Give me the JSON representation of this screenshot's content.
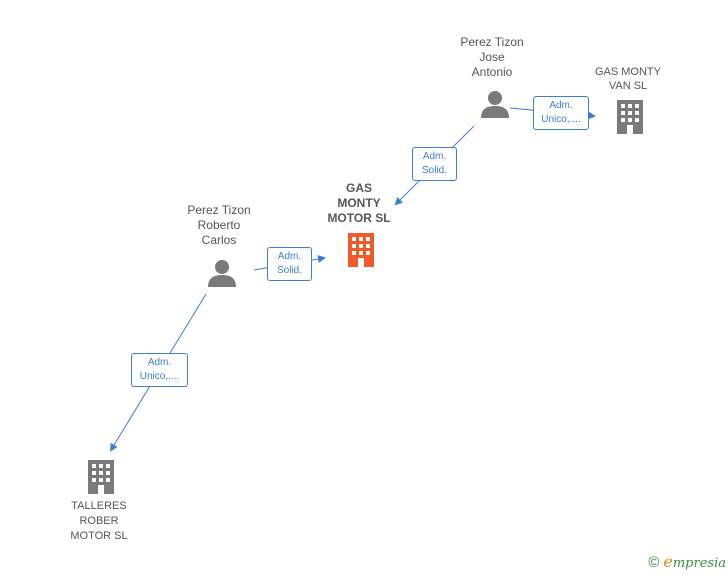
{
  "nodes": {
    "gas_monty_motor": {
      "label": "GAS\nMONTY\nMOTOR  SL",
      "type": "company",
      "highlight": true
    },
    "gas_monty_van": {
      "label": "GAS MONTY\nVAN  SL",
      "type": "company"
    },
    "talleres_rober": {
      "label": "TALLERES\nROBER\nMOTOR  SL",
      "type": "company"
    },
    "perez_jose": {
      "label": "Perez Tizon\nJose\nAntonio",
      "type": "person"
    },
    "perez_roberto": {
      "label": "Perez Tizon\nRoberto\nCarlos",
      "type": "person"
    }
  },
  "edges": {
    "jose_to_van": {
      "label": "Adm.\nUnico,...."
    },
    "jose_to_motor": {
      "label": "Adm.\nSolid."
    },
    "roberto_to_motor": {
      "label": "Adm.\nSolid."
    },
    "roberto_to_talleres": {
      "label": "Adm.\nUnico,...."
    }
  },
  "colors": {
    "edge": "#3a7fd5",
    "icon_gray": "#7a7a7a",
    "highlight": "#f05a28"
  },
  "footer": {
    "copyright": "©",
    "brand_initial": "e",
    "brand_rest": "mpresia"
  }
}
